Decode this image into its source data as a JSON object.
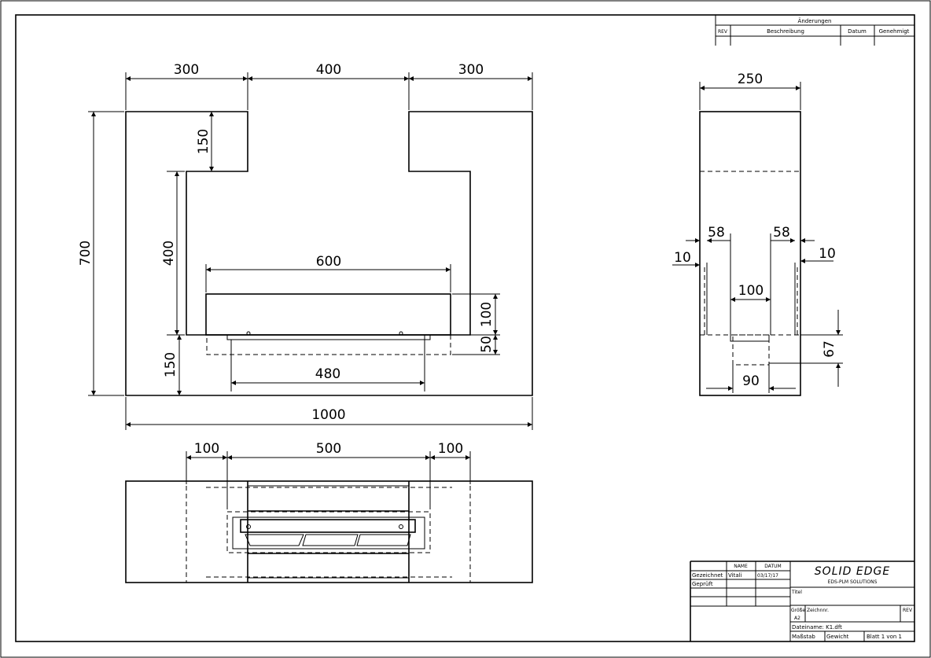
{
  "revision_table": {
    "title": "Änderungen",
    "col_rev": "REV",
    "col_beschreibung": "Beschreibung",
    "col_datum": "Datum",
    "col_genehmigt": "Genehmigt"
  },
  "front_view": {
    "dim_top_left": "300",
    "dim_top_mid": "400",
    "dim_top_right": "300",
    "dim_height_total": "700",
    "dim_notch": "150",
    "dim_opening": "400",
    "dim_base": "150",
    "dim_burner_width": "600",
    "dim_burner_height": "100",
    "dim_burner_lower": "50",
    "dim_burner_inner": "480",
    "dim_width_total": "1000"
  },
  "side_view": {
    "dim_depth": "250",
    "dim_left_58": "58",
    "dim_right_58": "58",
    "dim_left_10": "10",
    "dim_right_10": "10",
    "dim_center_100": "100",
    "dim_67": "67",
    "dim_90": "90"
  },
  "top_view": {
    "dim_left_100": "100",
    "dim_mid_500": "500",
    "dim_right_100": "100"
  },
  "title_block": {
    "hdr_name": "NAME",
    "hdr_datum": "DATUM",
    "row_gezeichnet": "Gezeichnet",
    "gezeichnet_name": "Vitali",
    "gezeichnet_datum": "03/17/17",
    "row_geprueft": "Geprüft",
    "logo": "SOLID EDGE",
    "logo_sub": "EDS-PLM SOLUTIONS",
    "titel_label": "Titel",
    "groesse_label": "Größe",
    "groesse_value": "A2",
    "zeichnr_label": "Zeichnnr.",
    "rev_label": "REV",
    "dateiname": "Dateiname: K1.dft",
    "massstab": "Maßstab",
    "gewicht": "Gewicht",
    "blatt": "Blatt 1 von 1"
  }
}
